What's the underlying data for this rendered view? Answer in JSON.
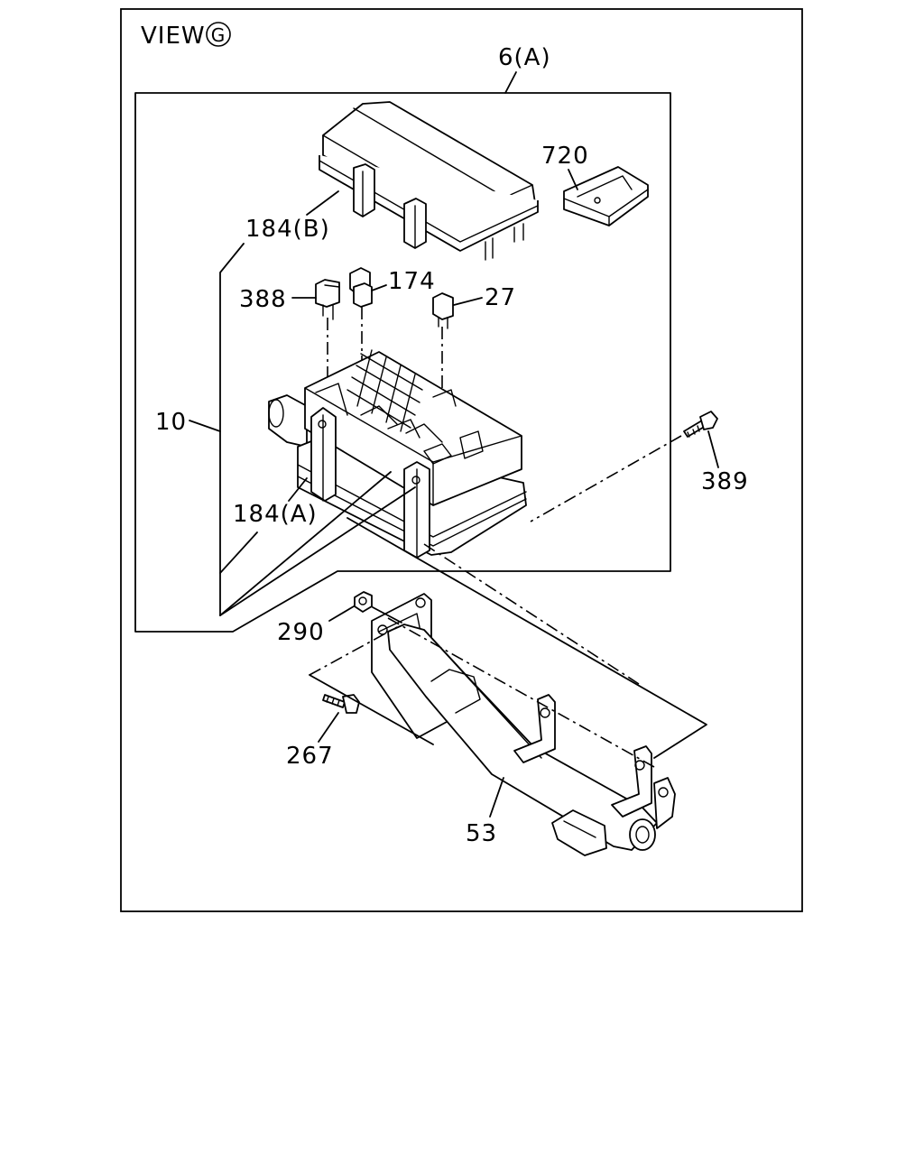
{
  "view_label": {
    "text": "VIEW",
    "circled_letter": "G"
  },
  "callouts": [
    {
      "id": "assembly",
      "text": "6(A)"
    },
    {
      "id": "bracket-clip",
      "text": "720"
    },
    {
      "id": "cover-tab",
      "text": "184(B)"
    },
    {
      "id": "relay",
      "text": "388"
    },
    {
      "id": "fuse-small",
      "text": "174"
    },
    {
      "id": "fuse-blade",
      "text": "27"
    },
    {
      "id": "fuse-box",
      "text": "10"
    },
    {
      "id": "bolt-right",
      "text": "389"
    },
    {
      "id": "side-bracket",
      "text": "184(A)"
    },
    {
      "id": "nut",
      "text": "290"
    },
    {
      "id": "bolt-left",
      "text": "267"
    },
    {
      "id": "mount-bracket",
      "text": "53"
    }
  ]
}
